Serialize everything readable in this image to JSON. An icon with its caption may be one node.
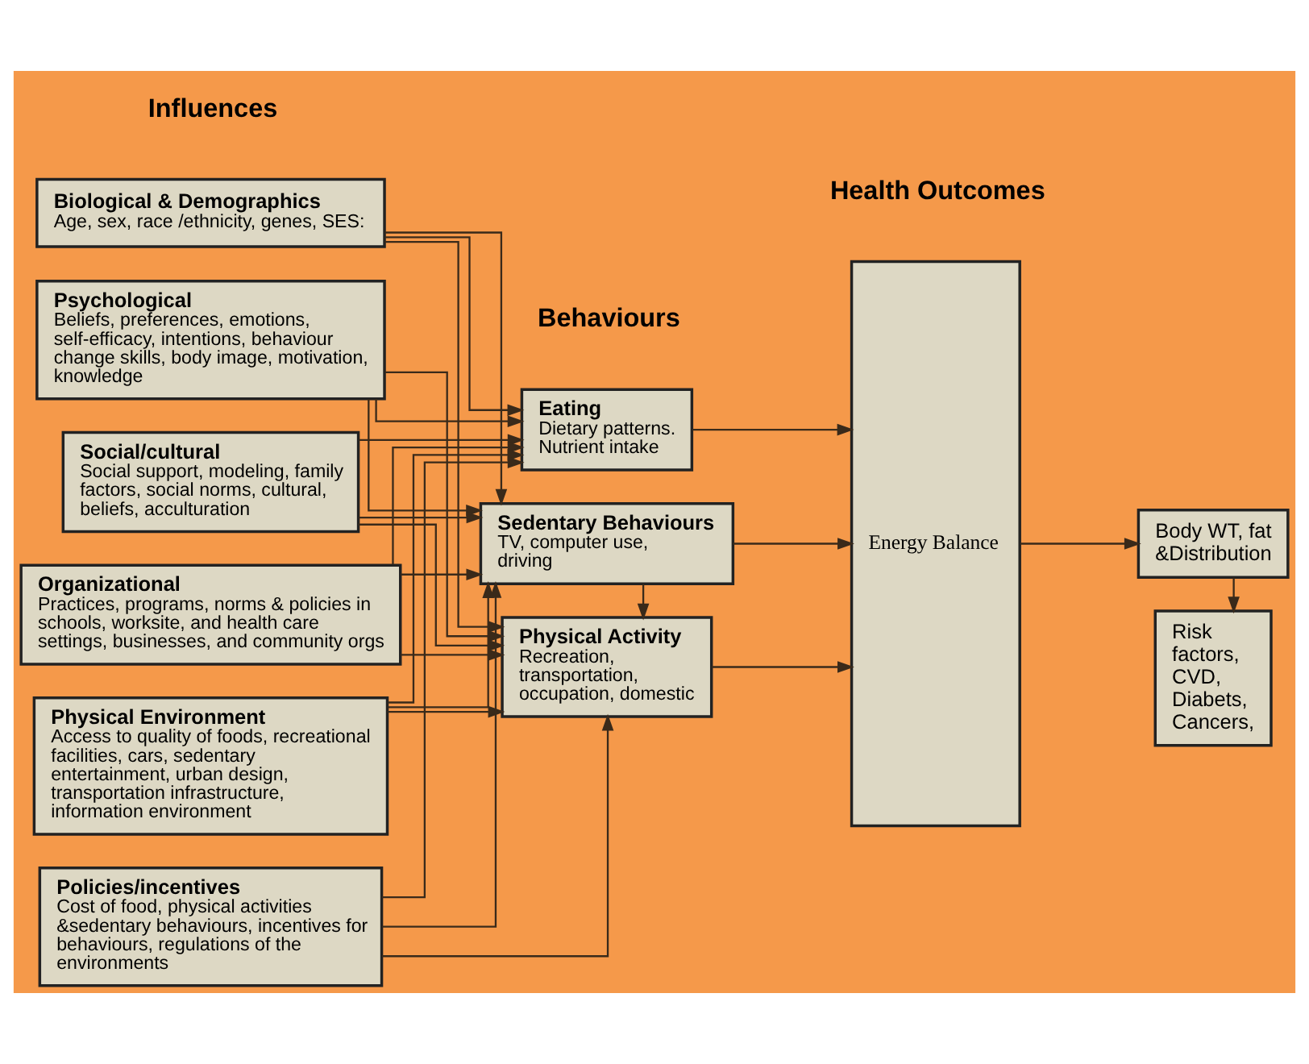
{
  "diagram": {
    "nodes": [
      {
        "text": [
          "Biological & Demographics",
          "Age, sex, race /ethnicity, genes, SES:"
        ]
      },
      {
        "text": [
          "Psychological",
          "Beliefs, preferences, emotions, self-efficacy, intentions, behaviour change skills, body image, motivation, knowledge"
        ]
      },
      {
        "text": [
          "Social/cultural",
          "Social support, modeling, family factors, social norms, cultural, beliefs, acculturation"
        ]
      },
      {
        "text": [
          "Organizational",
          "Practices, programs, norms & policies in schools, worksite, and health care settings, businesses, and community orgs"
        ]
      },
      {
        "text": [
          "Physical Environment",
          "Access to quality of foods, recreational facilities, cars, sedentary entertainment, urban design, transportation infrastructure, information environment"
        ]
      },
      {
        "text": [
          "Policies/incentives",
          "Cost of food, physical activities &sedentary behaviours, incentives for behaviours, regulations of the environments"
        ]
      },
      {
        "text": [
          "Eating",
          "Dietary patterns. Nutrient intake"
        ]
      },
      {
        "text": [
          "Sedentary Behaviours",
          "TV, computer use, driving"
        ]
      },
      {
        "text": [
          "Physical Activity",
          "Recreation, transportation, occupation, domestic"
        ]
      },
      {
        "text": [
          "Energy Balance"
        ]
      },
      {
        "text": [
          "Body WT, fat &Distribution"
        ]
      },
      {
        "text": [
          "Risk factors, CVD, Diabets, Cancers,"
        ]
      }
    ],
    "edges": [
      {
        "from": 0,
        "to": 6,
        "arrow": "to"
      },
      {
        "from": 0,
        "to": 7,
        "arrow": "to"
      },
      {
        "from": 0,
        "to": 8,
        "arrow": "to"
      },
      {
        "from": 1,
        "to": 6,
        "arrow": "to"
      },
      {
        "from": 1,
        "to": 7,
        "arrow": "to"
      },
      {
        "from": 1,
        "to": 8,
        "arrow": "to"
      },
      {
        "from": 2,
        "to": 6,
        "arrow": "to"
      },
      {
        "from": 2,
        "to": 7,
        "arrow": "to"
      },
      {
        "from": 2,
        "to": 8,
        "arrow": "to"
      },
      {
        "from": 3,
        "to": 6,
        "arrow": "to"
      },
      {
        "from": 3,
        "to": 7,
        "arrow": "to"
      },
      {
        "from": 3,
        "to": 8,
        "arrow": "to"
      },
      {
        "from": 4,
        "to": 6,
        "arrow": "to"
      },
      {
        "from": 4,
        "to": 7,
        "arrow": "to"
      },
      {
        "from": 4,
        "to": 8,
        "arrow": "to"
      },
      {
        "from": 5,
        "to": 6,
        "arrow": "to"
      },
      {
        "from": 5,
        "to": 7,
        "arrow": "to"
      },
      {
        "from": 5,
        "to": 8,
        "arrow": "to"
      },
      {
        "from": 6,
        "to": 9,
        "arrow": "to"
      },
      {
        "from": 7,
        "to": 9,
        "arrow": "to"
      },
      {
        "from": 7,
        "to": 8,
        "arrow": "to"
      },
      {
        "from": 8,
        "to": 9,
        "arrow": "to"
      },
      {
        "from": 9,
        "to": 10,
        "arrow": "to"
      },
      {
        "from": 10,
        "to": 11,
        "arrow": "to"
      }
    ],
    "labels": [
      "Influences",
      "Behaviours",
      "Health Outcomes"
    ]
  }
}
